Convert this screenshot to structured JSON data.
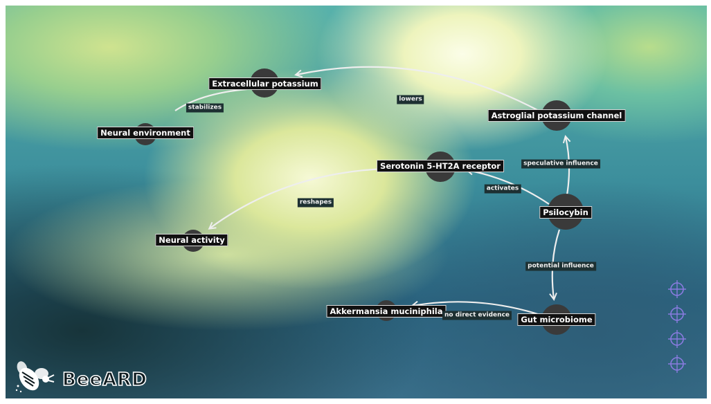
{
  "nodes": {
    "extracellular_potassium": "Extracellular potassium",
    "neural_environment": "Neural environment",
    "astroglial_channel": "Astroglial potassium channel",
    "serotonin_receptor": "Serotonin 5-HT2A receptor",
    "psilocybin": "Psilocybin",
    "neural_activity": "Neural activity",
    "gut_microbiome": "Gut microbiome",
    "akkermansia": "Akkermansia muciniphila"
  },
  "edges": {
    "stabilizes": "stabilizes",
    "lowers": "lowers",
    "speculative_influence": "speculative influence",
    "activates": "activates",
    "reshapes": "reshapes",
    "potential_influence": "potential influence",
    "no_direct_evidence": "no direct evidence"
  },
  "branding": {
    "logo_text": "BeeARD",
    "logo_icon": "bee-icon"
  },
  "side_icons": [
    "crosshair-icon",
    "crosshair-icon",
    "crosshair-icon",
    "crosshair-icon"
  ],
  "colors": {
    "node_fill": "#3a3a3a",
    "label_background": "#111111",
    "edge_stroke": "#eeeeee",
    "icon_purple": "#8a7be0"
  }
}
